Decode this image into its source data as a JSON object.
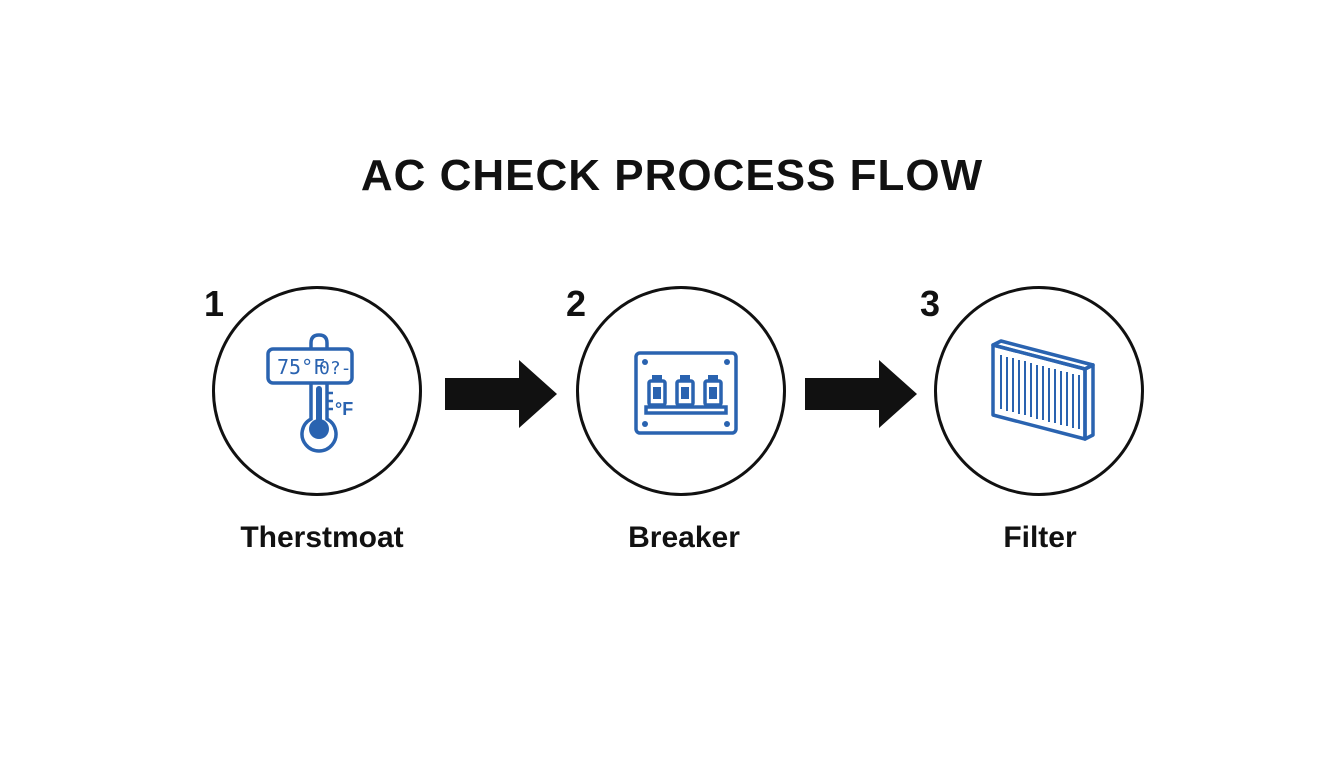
{
  "title": "AC CHECK PROCESS FLOW",
  "accent_color": "#2a63b0",
  "steps": [
    {
      "number": "1",
      "label": "Therstmoat",
      "icon": "thermostat-icon",
      "display_temp": "75°F",
      "display_extra": "0?-",
      "unit": "°F"
    },
    {
      "number": "2",
      "label": "Breaker",
      "icon": "breaker-panel-icon"
    },
    {
      "number": "3",
      "label": "Filter",
      "icon": "air-filter-icon"
    }
  ],
  "connectors": [
    "arrow-right-icon",
    "arrow-right-icon"
  ]
}
